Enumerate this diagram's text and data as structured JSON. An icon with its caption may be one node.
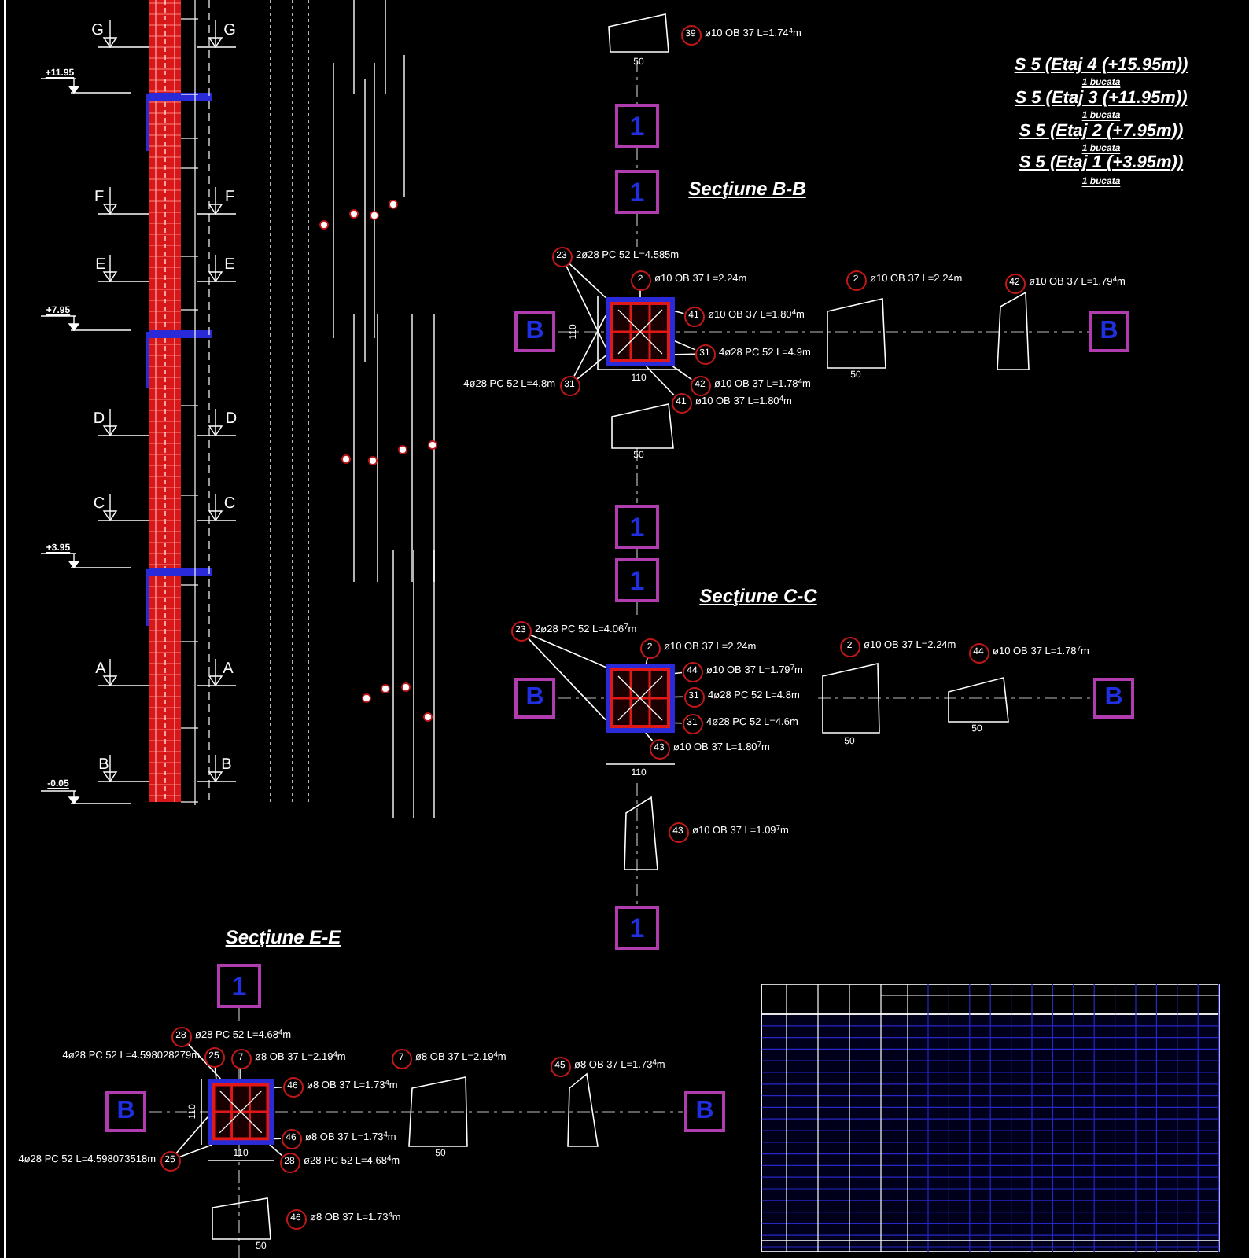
{
  "diagram": {
    "nodes": [
      {
        "text": [
          "1"
        ]
      },
      {
        "text": [
          "1"
        ]
      },
      {
        "text": [
          "1"
        ]
      },
      {
        "text": [
          "1"
        ]
      },
      {
        "text": [
          "1"
        ]
      },
      {
        "text": [
          "1"
        ]
      },
      {
        "text": [
          "B"
        ]
      },
      {
        "text": [
          "B"
        ]
      },
      {
        "text": [
          "B"
        ]
      },
      {
        "text": [
          "B"
        ]
      },
      {
        "text": [
          "B"
        ]
      },
      {
        "text": [
          "B"
        ]
      },
      {
        "text": [],
        "shape": "box"
      },
      {
        "text": [],
        "shape": "box"
      },
      {
        "text": [],
        "shape": "box"
      },
      {
        "text": [
          "39"
        ],
        "beside": [
          "ø10 OB 37 L=1.74$^{4}$m"
        ]
      },
      {
        "text": [
          "23"
        ],
        "beside": [
          "2ø28 PC 52 L=4.585m"
        ]
      },
      {
        "text": [
          "2"
        ],
        "beside": [
          "ø10 OB 37 L=2.24m"
        ]
      },
      {
        "text": [
          "41"
        ],
        "beside": [
          "ø10 OB 37 L=1.80$^{4}$m"
        ]
      },
      {
        "text": [
          "31"
        ],
        "beside": [
          "4ø28 PC 52 L=4.9m"
        ]
      },
      {
        "text": [
          "31"
        ],
        "beside": [
          "4ø28 PC 52 L=4.8m"
        ]
      },
      {
        "text": [
          "42"
        ],
        "beside": [
          "ø10 OB 37 L=1.78$^{4}$m"
        ]
      },
      {
        "text": [
          "41"
        ],
        "beside": [
          "ø10 OB 37 L=1.80$^{4}$m"
        ]
      },
      {
        "text": [
          "2"
        ],
        "beside": [
          "ø10 OB 37 L=2.24m"
        ]
      },
      {
        "text": [
          "42"
        ],
        "beside": [
          "ø10 OB 37 L=1.79$^{4}$m"
        ]
      },
      {
        "text": [
          "23"
        ],
        "beside": [
          "2ø28 PC 52 L=4.06$^{7}$m"
        ]
      },
      {
        "text": [
          "2"
        ],
        "beside": [
          "ø10 OB 37 L=2.24m"
        ]
      },
      {
        "text": [
          "44"
        ],
        "beside": [
          "ø10 OB 37 L=1.79$^{7}$m"
        ]
      },
      {
        "text": [
          "31"
        ],
        "beside": [
          "4ø28 PC 52 L=4.8m"
        ]
      },
      {
        "text": [
          "31"
        ],
        "beside": [
          "4ø28 PC 52 L=4.6m"
        ]
      },
      {
        "text": [
          "43"
        ],
        "beside": [
          "ø10 OB 37 L=1.80$^{7}$m"
        ]
      },
      {
        "text": [
          "43"
        ],
        "beside": [
          "ø10 OB 37 L=1.09$^{7}$m"
        ]
      },
      {
        "text": [
          "2"
        ],
        "beside": [
          "ø10 OB 37 L=2.24m"
        ]
      },
      {
        "text": [
          "44"
        ],
        "beside": [
          "ø10 OB 37 L=1.78$^{7}$m"
        ]
      },
      {
        "text": [
          "28"
        ],
        "beside": [
          "ø28 PC 52 L=4.68$^{4}$m"
        ]
      },
      {
        "text": [
          "25"
        ],
        "beside": [
          "4ø28 PC 52 L=4.598028279m"
        ]
      },
      {
        "text": [
          "7"
        ],
        "beside": [
          "ø8 OB 37 L=2.19$^{4}$m"
        ]
      },
      {
        "text": [
          "7"
        ],
        "beside": [
          "ø8 OB 37 L=2.19$^{4}$m"
        ]
      },
      {
        "text": [
          "45"
        ],
        "beside": [
          "ø8 OB 37 L=1.73$^{4}$m"
        ]
      },
      {
        "text": [
          "46"
        ],
        "beside": [
          "ø8 OB 37 L=1.73$^{4}$m"
        ]
      },
      {
        "text": [
          "46"
        ],
        "beside": [
          "ø8 OB 37 L=1.73$^{4}$m"
        ]
      },
      {
        "text": [
          "25"
        ],
        "beside": [
          "4ø28 PC 52 L=4.598073518m"
        ]
      },
      {
        "text": [
          "28"
        ],
        "beside": [
          "ø28 PC 52 L=4.68$^{4}$m"
        ]
      },
      {
        "text": [
          "46"
        ],
        "beside": [
          "ø8 OB 37 L=1.73$^{4}$m"
        ]
      }
    ],
    "edges": [
      {
        "from": 16,
        "to": 12,
        "arrow": "none"
      },
      {
        "from": 16,
        "to": 12,
        "arrow": "none"
      },
      {
        "from": 17,
        "to": 12,
        "arrow": "none"
      },
      {
        "from": 18,
        "to": 12,
        "arrow": "none"
      },
      {
        "from": 19,
        "to": 12,
        "arrow": "none"
      },
      {
        "from": 19,
        "to": 12,
        "arrow": "none"
      },
      {
        "from": 20,
        "to": 12,
        "arrow": "none"
      },
      {
        "from": 20,
        "to": 12,
        "arrow": "none"
      },
      {
        "from": 21,
        "to": 12,
        "arrow": "none"
      },
      {
        "from": 22,
        "to": 12,
        "arrow": "none"
      },
      {
        "from": 25,
        "to": 13,
        "arrow": "none"
      },
      {
        "from": 25,
        "to": 13,
        "arrow": "none"
      },
      {
        "from": 26,
        "to": 13,
        "arrow": "none"
      },
      {
        "from": 27,
        "to": 13,
        "arrow": "none"
      },
      {
        "from": 28,
        "to": 13,
        "arrow": "none"
      },
      {
        "from": 29,
        "to": 13,
        "arrow": "none"
      },
      {
        "from": 30,
        "to": 13,
        "arrow": "none"
      },
      {
        "from": 34,
        "to": 14,
        "arrow": "none"
      },
      {
        "from": 35,
        "to": 14,
        "arrow": "none"
      },
      {
        "from": 36,
        "to": 14,
        "arrow": "none"
      },
      {
        "from": 39,
        "to": 14,
        "arrow": "none"
      },
      {
        "from": 40,
        "to": 14,
        "arrow": "none"
      },
      {
        "from": 41,
        "to": 14,
        "arrow": "none"
      },
      {
        "from": 41,
        "to": 14,
        "arrow": "none"
      },
      {
        "from": 42,
        "to": 14,
        "arrow": "none"
      }
    ],
    "labels": [
      "S 5 (Etaj 4 (+15.95m))",
      "1 bucata",
      "S 5 (Etaj 3 (+11.95m))",
      "1 bucata",
      "S 5 (Etaj 2 (+7.95m))",
      "1 bucata",
      "S 5 (Etaj 1 (+3.95m))",
      "1 bucata",
      "G",
      "G",
      "+11.95",
      "F",
      "F",
      "E",
      "E",
      "+7.95",
      "D",
      "D",
      "C",
      "C",
      "+3.95",
      "A",
      "A",
      "B",
      "B",
      "-0.05",
      "Secţiune B-B",
      "Secţiune C-C",
      "Secţiune E-E",
      "50",
      "110",
      "110",
      "50",
      "50",
      "110",
      "50",
      "50",
      "110",
      "110",
      "50",
      "50"
    ]
  }
}
